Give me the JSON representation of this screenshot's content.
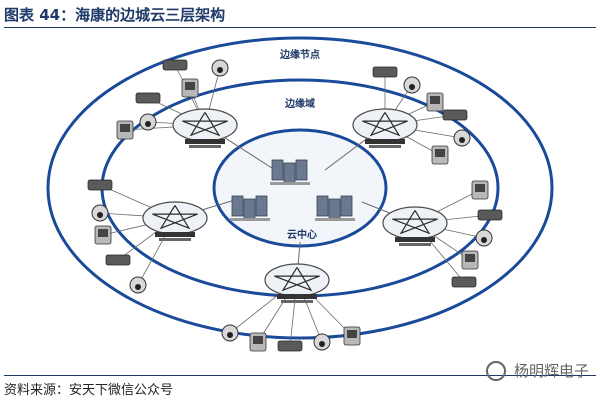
{
  "header": {
    "title": "图表 44：海康的边城云三层架构"
  },
  "diagram": {
    "labels": {
      "edge_node": "边缘节点",
      "edge_domain": "边缘域",
      "cloud_center": "云中心"
    },
    "colors": {
      "ring_stroke": "#1a4a9a",
      "core_fill": "#f2f5fa",
      "line": "#6a6a6a",
      "server": "#6a7890",
      "device": "#5a5a5a"
    }
  },
  "footer": {
    "source": "资料来源：安天下微信公众号",
    "watermark": "杨明辉电子"
  }
}
